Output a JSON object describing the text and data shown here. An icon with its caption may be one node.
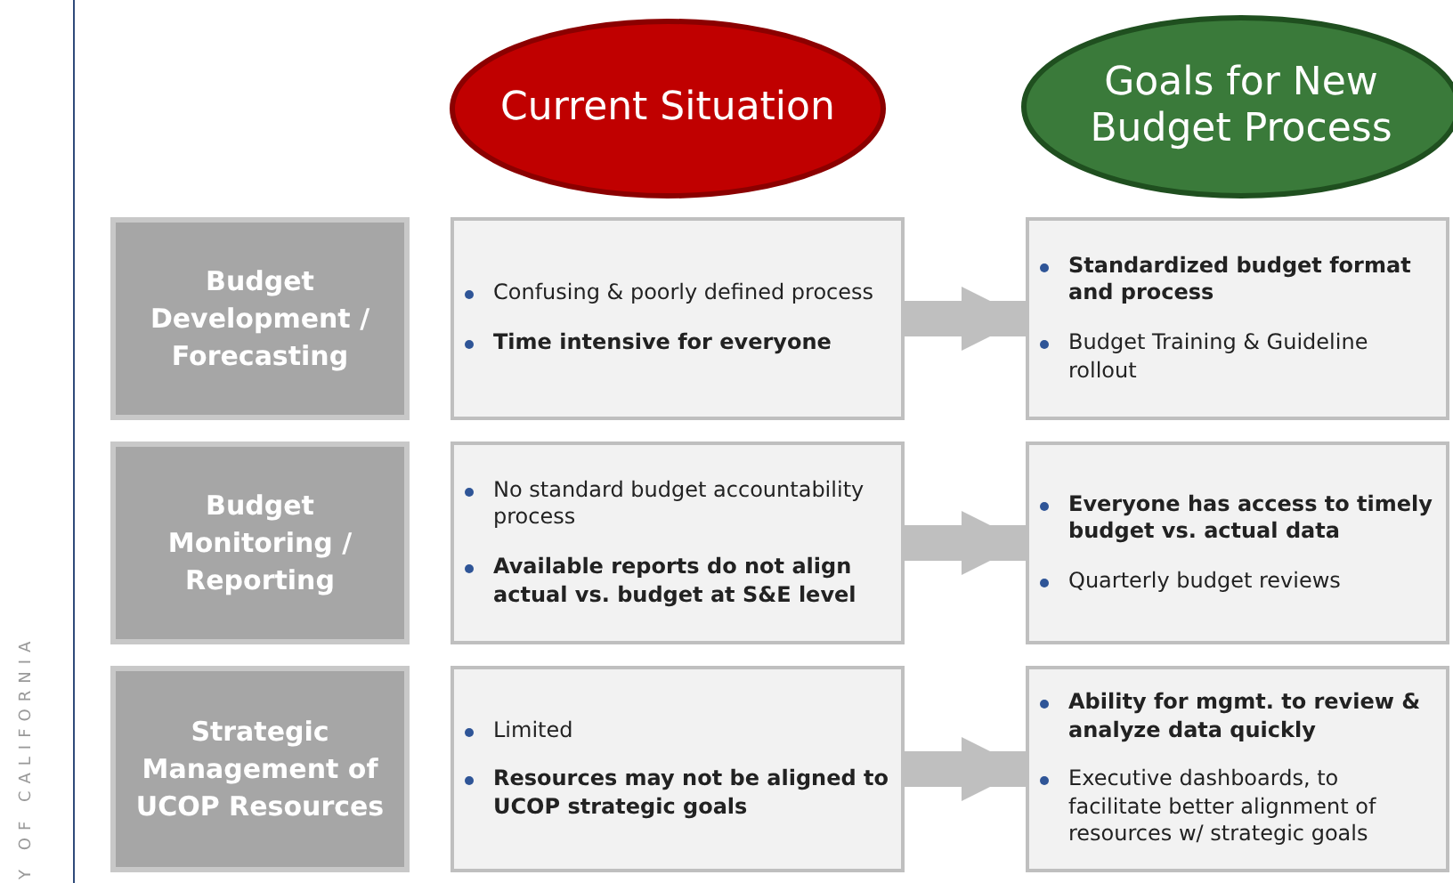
{
  "diagram": {
    "nodes": [
      {
        "text": [
          "Current Situation"
        ]
      },
      {
        "text": [
          "Goals for New Budget Process"
        ]
      },
      {
        "text": [
          "Budget Development / Forecasting"
        ]
      },
      {
        "text": [
          "Confusing  & poorly defined process",
          "Time intensive for everyone"
        ]
      },
      {
        "text": [
          "Standardized budget format and process",
          "Budget Training & Guideline rollout"
        ]
      },
      {
        "text": [
          "Budget Monitoring / Reporting"
        ]
      },
      {
        "text": [
          "No standard budget accountability process",
          "Available reports do not align actual vs. budget at S&E level"
        ]
      },
      {
        "text": [
          "Everyone has access to timely budget vs. actual data",
          "Quarterly budget reviews"
        ]
      },
      {
        "text": [
          "Strategic Management of UCOP Resources"
        ]
      },
      {
        "text": [
          "Limited",
          "Resources may not be aligned to UCOP strategic goals"
        ]
      },
      {
        "text": [
          "Ability for mgmt. to review & analyze data quickly",
          "Executive dashboards, to facilitate better alignment of resources w/ strategic goals"
        ]
      }
    ],
    "edges": [
      {
        "from": 3,
        "to": 4,
        "arrow": "to"
      },
      {
        "from": 6,
        "to": 7,
        "arrow": "to"
      },
      {
        "from": 9,
        "to": 10,
        "arrow": "to"
      }
    ],
    "labels": [
      "Y OF CALIFORNIA"
    ]
  }
}
